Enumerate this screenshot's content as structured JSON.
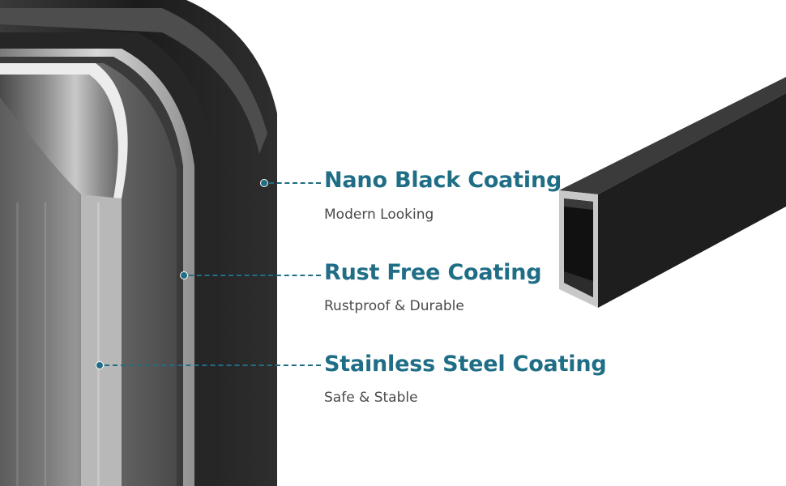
{
  "features": [
    {
      "title": "Nano Black Coating",
      "subtitle": "Modern Looking"
    },
    {
      "title": "Rust Free Coating",
      "subtitle": "Rustproof & Durable"
    },
    {
      "title": "Stainless Steel Coating",
      "subtitle": "Safe & Stable"
    }
  ],
  "colors": {
    "accent": "#1f6e86",
    "subtitle_text": "#4a4a4a",
    "coating_black": "#262626",
    "steel": "#a9a9a9"
  },
  "icons": {
    "layers": "coating-layers-cross-section",
    "tube": "black-rectangular-tube"
  }
}
